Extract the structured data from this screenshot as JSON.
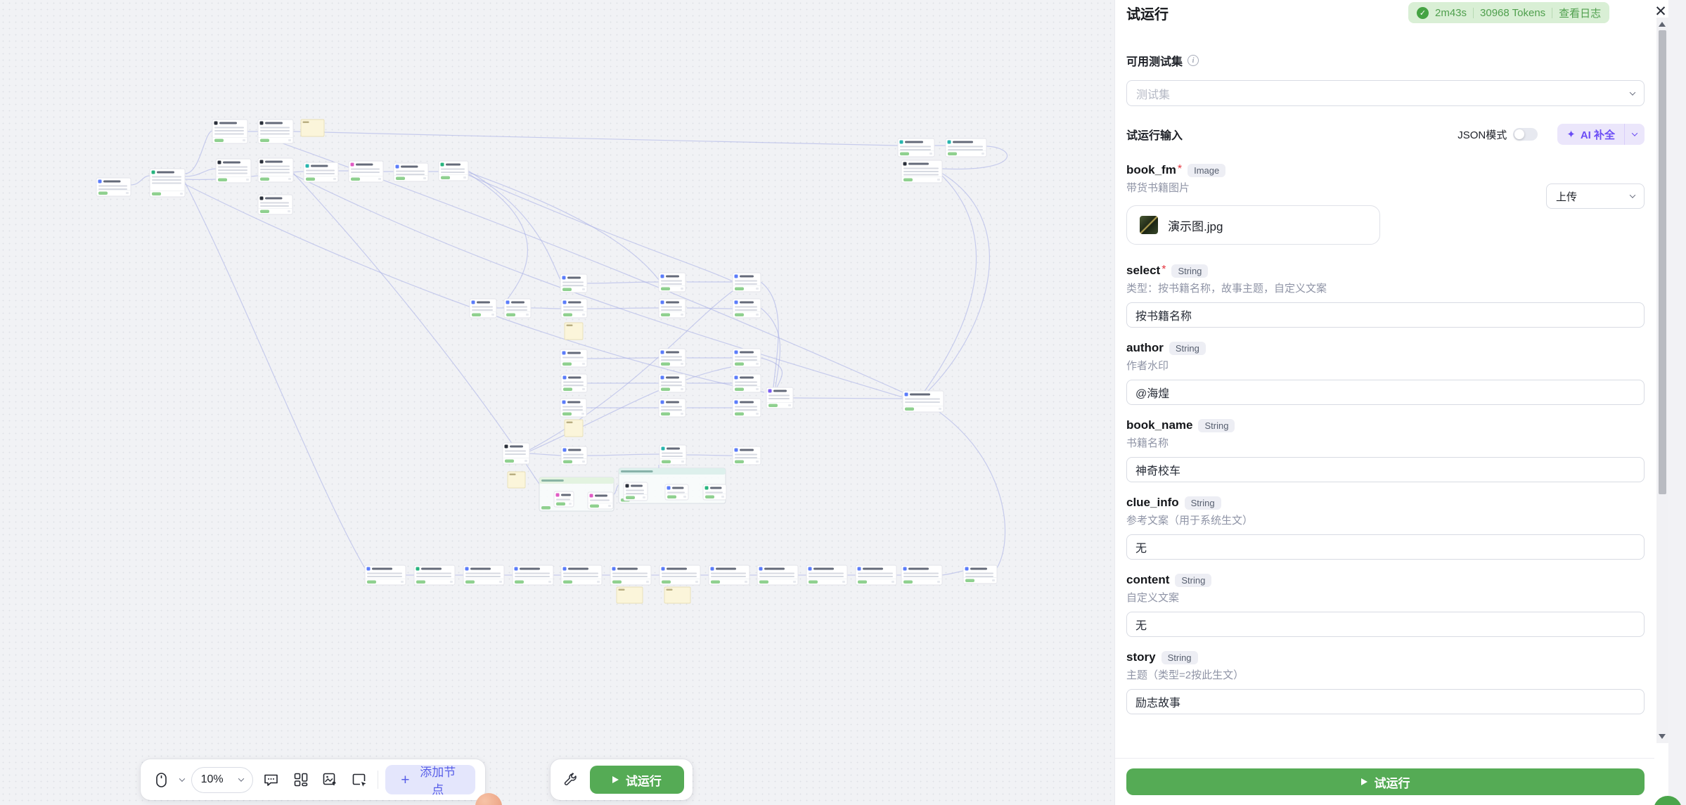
{
  "panel": {
    "title": "试运行",
    "status_badge": {
      "check_icon": "✓",
      "duration": "2m43s",
      "tokens": "30968 Tokens",
      "log_link": "查看日志"
    },
    "close_icon": "✕",
    "testset": {
      "label": "可用测试集",
      "placeholder": "测试集"
    },
    "input_section": {
      "label": "试运行输入",
      "json_mode_label": "JSON模式",
      "json_mode_on": false,
      "ai_complete": {
        "icon": "✦",
        "label": "AI 补全"
      }
    },
    "fields": [
      {
        "name": "book_fm",
        "required": true,
        "type": "Image",
        "desc": "带货书籍图片",
        "control": "file",
        "upload_label": "上传",
        "file_name": "演示图.jpg"
      },
      {
        "name": "select",
        "required": true,
        "type": "String",
        "desc": "类型：按书籍名称，故事主题，自定义文案",
        "control": "text",
        "value": "按书籍名称"
      },
      {
        "name": "author",
        "required": false,
        "type": "String",
        "desc": "作者水印",
        "control": "text",
        "value": "@海煌"
      },
      {
        "name": "book_name",
        "required": false,
        "type": "String",
        "desc": "书籍名称",
        "control": "text",
        "value": "神奇校车"
      },
      {
        "name": "clue_info",
        "required": false,
        "type": "String",
        "desc": "参考文案（用于系统生文）",
        "control": "text",
        "value": "无"
      },
      {
        "name": "content",
        "required": false,
        "type": "String",
        "desc": "自定义文案",
        "control": "text",
        "value": "无"
      },
      {
        "name": "story",
        "required": false,
        "type": "String",
        "desc": "主题（类型=2按此生文）",
        "control": "text",
        "value": "励志故事"
      }
    ],
    "run_button": "试运行"
  },
  "toolbar": {
    "zoom_level": "10%",
    "add_node_label": "添加节点",
    "add_node_plus": "+",
    "run_button": "试运行"
  },
  "colors": {
    "run_green": "#55ab55",
    "badge_green_bg": "#d9efd5",
    "badge_green_text": "#4f9f4d",
    "ai_purple": "#6b4df5",
    "add_node_purple": "#575ee8",
    "node_blue": "#5b7cfa",
    "node_green": "#27b47e",
    "node_teal": "#27b5ae",
    "node_navy": "#2a2f3a",
    "node_pink": "#e05bc4",
    "node_purple": "#7a5cf0",
    "sticky_bg": "#fbf5da",
    "edge": "#aab0e6"
  },
  "canvas": {
    "nodes": [
      [
        137,
        253,
        49,
        26,
        "blue",
        "n"
      ],
      [
        213,
        240,
        50,
        40,
        "green",
        "n"
      ],
      [
        302,
        170,
        50,
        34,
        "navy",
        "n"
      ],
      [
        367,
        170,
        50,
        34,
        "navy",
        "n"
      ],
      [
        428,
        170,
        33,
        24,
        "",
        "s"
      ],
      [
        307,
        226,
        50,
        34,
        "navy",
        "n"
      ],
      [
        367,
        225,
        50,
        34,
        "navy",
        "n"
      ],
      [
        432,
        231,
        49,
        28,
        "teal",
        "n"
      ],
      [
        496,
        229,
        49,
        30,
        "pink",
        "n"
      ],
      [
        560,
        232,
        49,
        26,
        "blue",
        "n"
      ],
      [
        624,
        229,
        42,
        28,
        "green",
        "n"
      ],
      [
        367,
        277,
        49,
        28,
        "navy",
        "n"
      ],
      [
        1277,
        197,
        52,
        26,
        "teal",
        "n"
      ],
      [
        1345,
        197,
        58,
        26,
        "teal",
        "n"
      ],
      [
        1282,
        228,
        58,
        32,
        "navy",
        "n"
      ],
      [
        797,
        390,
        38,
        26,
        "blue",
        "n"
      ],
      [
        937,
        388,
        38,
        27,
        "blue",
        "n"
      ],
      [
        1042,
        388,
        40,
        27,
        "blue",
        "n"
      ],
      [
        668,
        425,
        38,
        27,
        "blue",
        "n"
      ],
      [
        717,
        425,
        38,
        27,
        "blue",
        "n"
      ],
      [
        798,
        425,
        37,
        27,
        "blue",
        "n"
      ],
      [
        937,
        425,
        38,
        27,
        "blue",
        "n"
      ],
      [
        1042,
        425,
        40,
        27,
        "blue",
        "n"
      ],
      [
        803,
        459,
        26,
        24,
        "",
        "s"
      ],
      [
        797,
        497,
        38,
        25,
        "blue",
        "n"
      ],
      [
        937,
        496,
        38,
        26,
        "blue",
        "n"
      ],
      [
        1042,
        496,
        40,
        26,
        "blue",
        "n"
      ],
      [
        798,
        532,
        37,
        26,
        "blue",
        "n"
      ],
      [
        937,
        532,
        38,
        26,
        "blue",
        "n"
      ],
      [
        1042,
        532,
        40,
        26,
        "blue",
        "n"
      ],
      [
        797,
        567,
        37,
        26,
        "blue",
        "n"
      ],
      [
        937,
        567,
        38,
        26,
        "blue",
        "n"
      ],
      [
        1042,
        567,
        40,
        26,
        "blue",
        "n"
      ],
      [
        1090,
        551,
        38,
        30,
        "purple",
        "n"
      ],
      [
        803,
        597,
        26,
        24,
        "",
        "s"
      ],
      [
        715,
        630,
        38,
        30,
        "navy",
        "n"
      ],
      [
        798,
        635,
        37,
        26,
        "blue",
        "n"
      ],
      [
        938,
        633,
        38,
        28,
        "teal",
        "n"
      ],
      [
        1042,
        635,
        40,
        26,
        "blue",
        "n"
      ],
      [
        722,
        671,
        25,
        23,
        "",
        "s"
      ],
      [
        767,
        679,
        106,
        48,
        "green",
        "c"
      ],
      [
        880,
        666,
        152,
        50,
        "teal",
        "c"
      ],
      [
        788,
        699,
        28,
        22,
        "pink",
        "n"
      ],
      [
        836,
        700,
        36,
        24,
        "pink",
        "n"
      ],
      [
        887,
        686,
        34,
        26,
        "navy",
        "n"
      ],
      [
        946,
        689,
        33,
        22,
        "blue",
        "n"
      ],
      [
        1000,
        689,
        33,
        22,
        "green",
        "n"
      ],
      [
        1284,
        556,
        58,
        30,
        "blue",
        "n"
      ],
      [
        519,
        804,
        58,
        28,
        "blue",
        "n"
      ],
      [
        589,
        804,
        58,
        28,
        "green",
        "n"
      ],
      [
        659,
        804,
        58,
        28,
        "blue",
        "n"
      ],
      [
        729,
        804,
        58,
        28,
        "blue",
        "n"
      ],
      [
        798,
        804,
        58,
        28,
        "blue",
        "n"
      ],
      [
        868,
        804,
        58,
        28,
        "blue",
        "n"
      ],
      [
        938,
        804,
        58,
        28,
        "blue",
        "n"
      ],
      [
        1008,
        804,
        58,
        28,
        "blue",
        "n"
      ],
      [
        1077,
        804,
        58,
        28,
        "blue",
        "n"
      ],
      [
        1147,
        804,
        58,
        28,
        "blue",
        "n"
      ],
      [
        1217,
        804,
        58,
        28,
        "blue",
        "n"
      ],
      [
        1282,
        804,
        58,
        28,
        "blue",
        "n"
      ],
      [
        1370,
        804,
        48,
        26,
        "blue",
        "n"
      ],
      [
        877,
        835,
        37,
        23,
        "",
        "s"
      ],
      [
        945,
        835,
        37,
        23,
        "",
        "s"
      ]
    ],
    "edges": [
      [
        186,
        263,
        200,
        263,
        202,
        250,
        213,
        250
      ],
      [
        263,
        247,
        285,
        247,
        290,
        188,
        302,
        186
      ],
      [
        263,
        251,
        285,
        251,
        292,
        240,
        307,
        240
      ],
      [
        263,
        255,
        330,
        258,
        390,
        245,
        432,
        244
      ],
      [
        481,
        243,
        488,
        243,
        490,
        243,
        496,
        243
      ],
      [
        545,
        244,
        552,
        244,
        554,
        244,
        560,
        244
      ],
      [
        609,
        244,
        616,
        244,
        618,
        244,
        624,
        244
      ],
      [
        352,
        187,
        360,
        187,
        361,
        187,
        367,
        187
      ],
      [
        417,
        187,
        700,
        195,
        1000,
        200,
        1277,
        207
      ],
      [
        1329,
        207,
        1336,
        207,
        1338,
        207,
        1345,
        207
      ],
      [
        1403,
        208,
        1448,
        210,
        1452,
        245,
        1340,
        240
      ],
      [
        1339,
        246,
        1460,
        320,
        1400,
        480,
        1316,
        560
      ],
      [
        1340,
        250,
        1430,
        340,
        1380,
        470,
        1310,
        563
      ],
      [
        263,
        259,
        350,
        430,
        455,
        700,
        519,
        808
      ],
      [
        416,
        245,
        560,
        400,
        690,
        570,
        768,
        690
      ],
      [
        666,
        243,
        760,
        300,
        780,
        360,
        797,
        398
      ],
      [
        666,
        245,
        820,
        300,
        900,
        350,
        937,
        398
      ],
      [
        666,
        247,
        800,
        330,
        740,
        400,
        717,
        432
      ],
      [
        666,
        249,
        900,
        350,
        1000,
        380,
        1042,
        400
      ],
      [
        366,
        191,
        700,
        310,
        1000,
        430,
        1284,
        558
      ],
      [
        263,
        262,
        600,
        430,
        900,
        520,
        1087,
        558
      ],
      [
        413,
        246,
        700,
        390,
        1000,
        480,
        1284,
        565
      ],
      [
        835,
        403,
        880,
        403,
        890,
        401,
        937,
        401
      ],
      [
        977,
        401,
        1010,
        401,
        1015,
        401,
        1042,
        401
      ],
      [
        706,
        438,
        710,
        438,
        712,
        438,
        717,
        438
      ],
      [
        755,
        438,
        775,
        438,
        780,
        439,
        798,
        439
      ],
      [
        835,
        439,
        880,
        439,
        890,
        438,
        937,
        438
      ],
      [
        977,
        438,
        1010,
        438,
        1015,
        439,
        1042,
        439
      ],
      [
        835,
        510,
        880,
        510,
        890,
        509,
        937,
        509
      ],
      [
        977,
        509,
        1010,
        509,
        1015,
        509,
        1042,
        509
      ],
      [
        835,
        545,
        880,
        545,
        890,
        545,
        937,
        545
      ],
      [
        977,
        545,
        1010,
        545,
        1015,
        545,
        1042,
        545
      ],
      [
        834,
        580,
        880,
        580,
        890,
        580,
        937,
        580
      ],
      [
        977,
        580,
        1010,
        580,
        1015,
        580,
        1042,
        580
      ],
      [
        753,
        645,
        770,
        646,
        780,
        647,
        798,
        648
      ],
      [
        835,
        648,
        880,
        648,
        890,
        646,
        938,
        646
      ],
      [
        976,
        647,
        1010,
        647,
        1015,
        648,
        1042,
        648
      ],
      [
        1082,
        401,
        1120,
        430,
        1105,
        500,
        1100,
        551
      ],
      [
        1082,
        438,
        1122,
        470,
        1108,
        510,
        1103,
        551
      ],
      [
        1082,
        509,
        1125,
        520,
        1112,
        535,
        1105,
        551
      ],
      [
        1128,
        566,
        1200,
        566,
        1230,
        567,
        1284,
        567
      ],
      [
        753,
        640,
        900,
        560,
        980,
        460,
        1042,
        414
      ],
      [
        753,
        642,
        880,
        585,
        950,
        540,
        1040,
        522
      ],
      [
        873,
        703,
        876,
        703,
        877,
        690,
        880,
        690
      ],
      [
        937,
        661,
        937,
        663,
        937,
        664,
        937,
        666
      ],
      [
        577,
        818,
        583,
        818,
        585,
        818,
        589,
        818
      ],
      [
        647,
        818,
        653,
        818,
        655,
        818,
        659,
        818
      ],
      [
        717,
        818,
        723,
        818,
        725,
        818,
        729,
        818
      ],
      [
        787,
        818,
        792,
        818,
        794,
        818,
        798,
        818
      ],
      [
        856,
        818,
        862,
        818,
        864,
        818,
        868,
        818
      ],
      [
        926,
        818,
        932,
        818,
        934,
        818,
        938,
        818
      ],
      [
        996,
        818,
        1002,
        818,
        1004,
        818,
        1008,
        818
      ],
      [
        1066,
        818,
        1071,
        818,
        1073,
        818,
        1077,
        818
      ],
      [
        1135,
        818,
        1141,
        818,
        1143,
        818,
        1147,
        818
      ],
      [
        1205,
        818,
        1211,
        818,
        1213,
        818,
        1217,
        818
      ],
      [
        1275,
        818,
        1278,
        818,
        1280,
        818,
        1282,
        818
      ],
      [
        1340,
        818,
        1355,
        816,
        1360,
        814,
        1370,
        812
      ],
      [
        1313,
        571,
        1430,
        640,
        1445,
        760,
        1418,
        808
      ]
    ]
  }
}
